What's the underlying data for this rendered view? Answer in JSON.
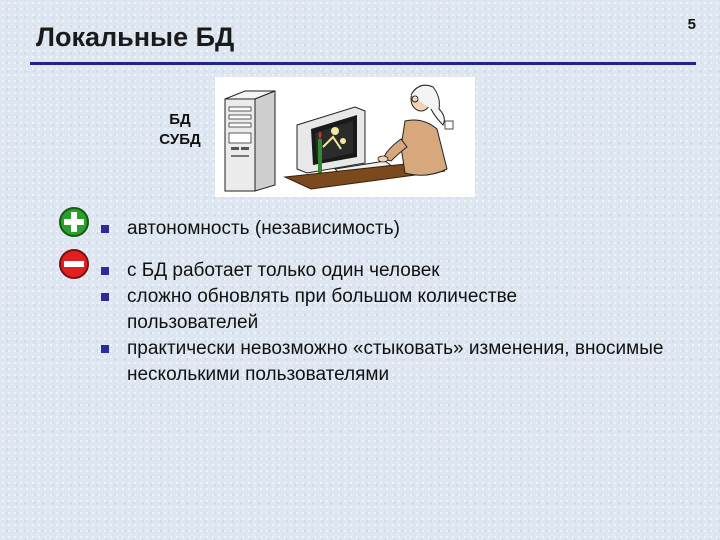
{
  "header": {
    "title": "Локальные БД",
    "page_number": "5"
  },
  "diagram": {
    "line1": "БД",
    "line2": "СУБД"
  },
  "icons": {
    "plus": "plus-circle-icon",
    "minus": "minus-circle-icon",
    "plus_color": "#2aa02a",
    "minus_color": "#e02020"
  },
  "pros": [
    "автономность (независимость)"
  ],
  "cons": [
    "с БД работает только один человек",
    "сложно обновлять при большом количестве пользователей",
    "практически невозможно «стыковать» изменения, вносимые несколькими пользователями"
  ],
  "colors": {
    "accent": "#23238a",
    "bullet": "#2b2b9a"
  }
}
